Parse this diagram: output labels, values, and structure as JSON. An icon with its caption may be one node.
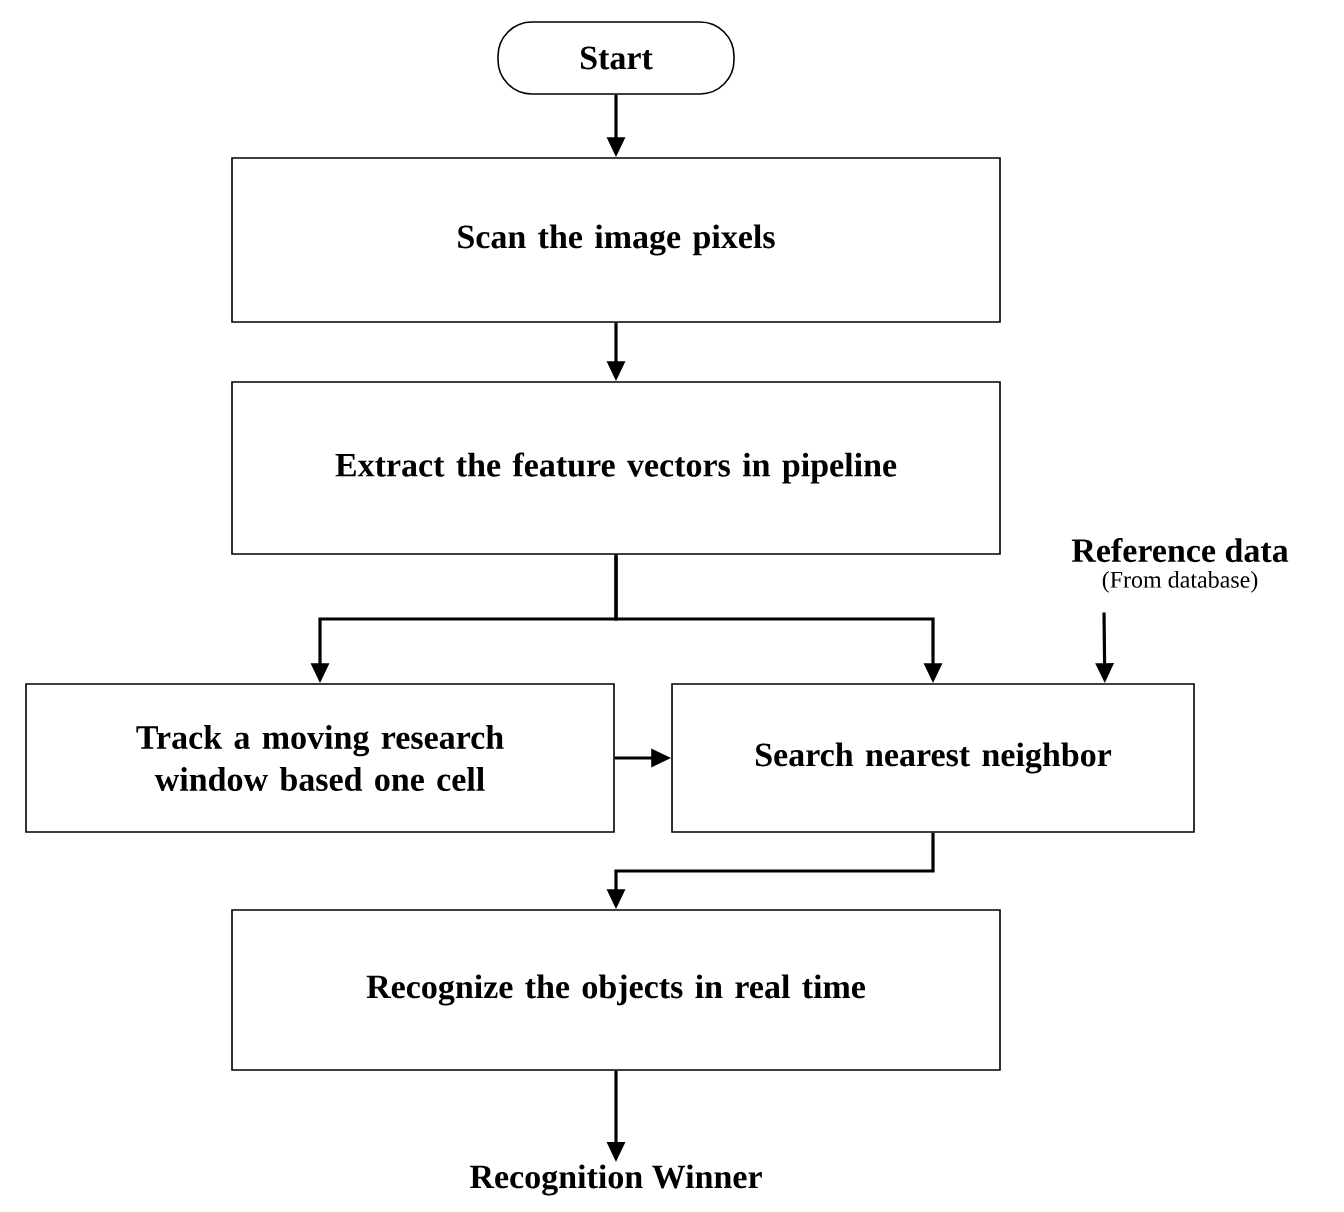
{
  "diagram": {
    "nodes": [
      {
        "text": [
          "Start"
        ]
      },
      {
        "text": [
          "Scan the image pixels"
        ]
      },
      {
        "text": [
          "Extract the feature vectors in pipeline"
        ]
      },
      {
        "text": [
          "Track a moving research window based one cell"
        ]
      },
      {
        "text": [
          "Search nearest neighbor"
        ]
      },
      {
        "text": [
          "Recognize the objects in real time"
        ]
      },
      {
        "text": [
          "Reference data"
        ],
        "beside": [
          "(From database)"
        ]
      },
      {
        "text": [
          "Recognition Winner"
        ]
      }
    ],
    "edges": [
      {
        "from": 0,
        "to": 1,
        "arrow": "to"
      },
      {
        "from": 1,
        "to": 2,
        "arrow": "to"
      },
      {
        "from": 2,
        "to": 3,
        "arrow": "to"
      },
      {
        "from": 2,
        "to": 4,
        "arrow": "to"
      },
      {
        "from": 3,
        "to": 4,
        "arrow": "to"
      },
      {
        "from": 6,
        "to": 4,
        "arrow": "to"
      },
      {
        "from": 4,
        "to": 5,
        "arrow": "to"
      },
      {
        "from": 5,
        "to": 7,
        "arrow": "to"
      }
    ]
  }
}
